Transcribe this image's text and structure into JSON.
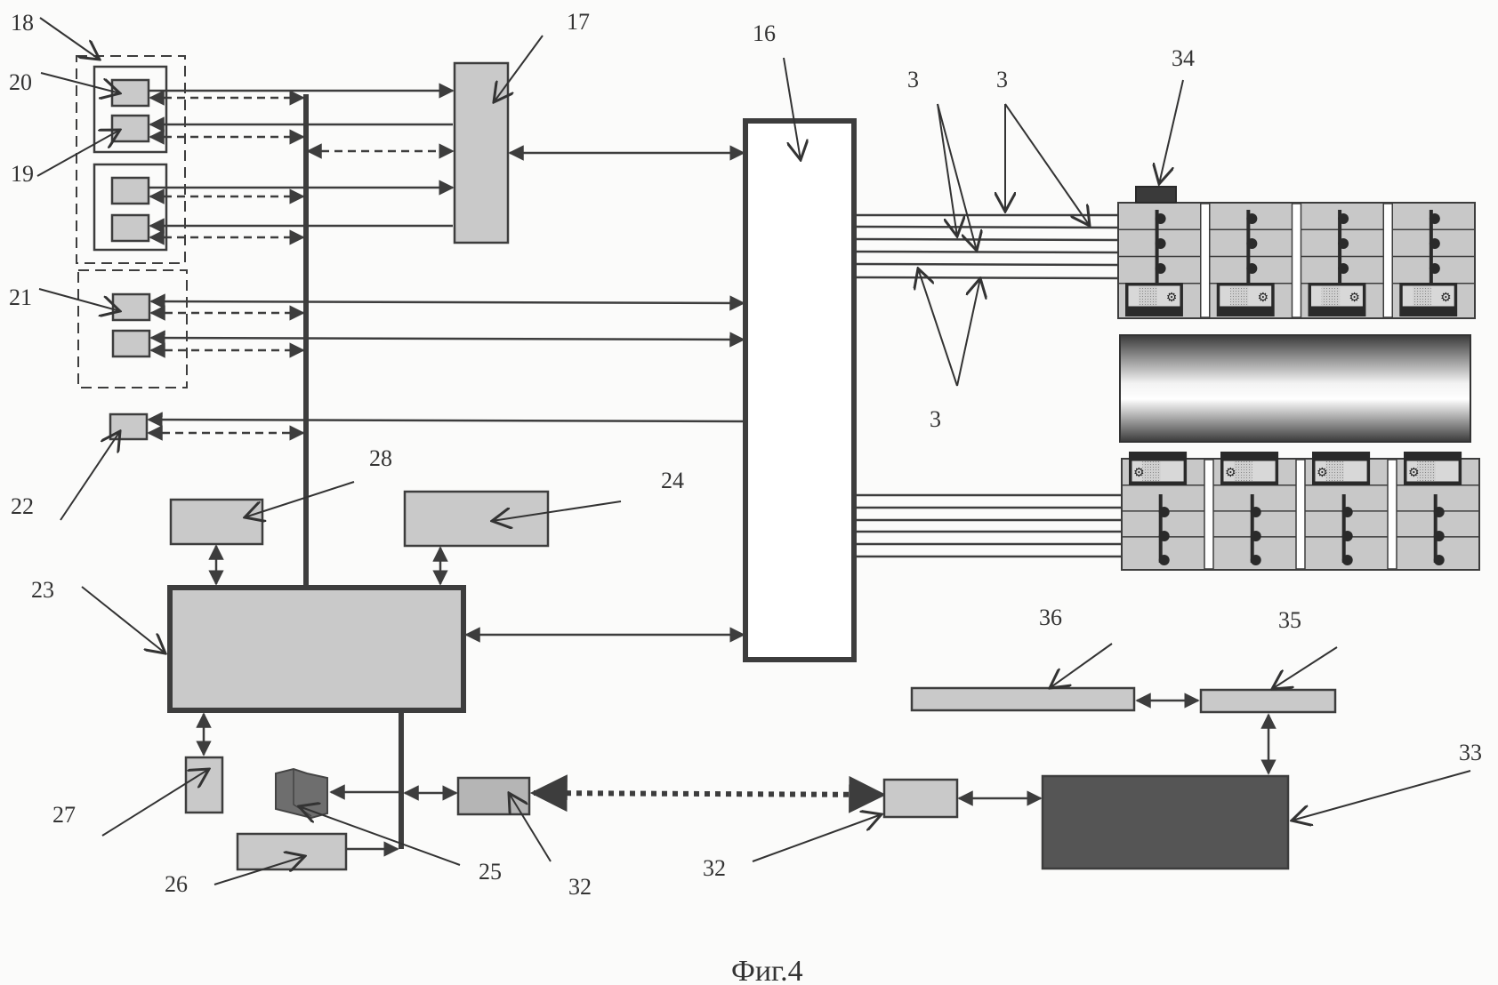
{
  "figure": {
    "caption": "Фиг.4",
    "labels": {
      "l18": "18",
      "l20": "20",
      "l19": "19",
      "l21": "21",
      "l22": "22",
      "l17": "17",
      "l16": "16",
      "l3a": "3",
      "l3b": "3",
      "l3c": "3",
      "l34": "34",
      "l28": "28",
      "l24": "24",
      "l23": "23",
      "l27": "27",
      "l26": "26",
      "l25": "25",
      "l32a": "32",
      "l32b": "32",
      "l36": "36",
      "l35": "35",
      "l33": "33"
    }
  },
  "colors": {
    "block_fill": "#c9c9c9",
    "line": "#3d3d3d",
    "dark_block": "#3a3a3a",
    "background": "#fbfbfa"
  },
  "components": [
    {
      "id": "16",
      "name": "central-unit"
    },
    {
      "id": "17",
      "name": "interface-unit"
    },
    {
      "id": "18",
      "name": "sensor-group"
    },
    {
      "id": "19",
      "name": "sensor"
    },
    {
      "id": "20",
      "name": "sensor"
    },
    {
      "id": "21",
      "name": "sensor-group-2"
    },
    {
      "id": "22",
      "name": "sensor"
    },
    {
      "id": "23",
      "name": "controller"
    },
    {
      "id": "24",
      "name": "block"
    },
    {
      "id": "25",
      "name": "device"
    },
    {
      "id": "26",
      "name": "block"
    },
    {
      "id": "27",
      "name": "block"
    },
    {
      "id": "28",
      "name": "block"
    },
    {
      "id": "32",
      "name": "transceiver"
    },
    {
      "id": "33",
      "name": "remote-station"
    },
    {
      "id": "34",
      "name": "top-sensor"
    },
    {
      "id": "35",
      "name": "block"
    },
    {
      "id": "36",
      "name": "block"
    },
    {
      "id": "3",
      "name": "cables"
    }
  ]
}
